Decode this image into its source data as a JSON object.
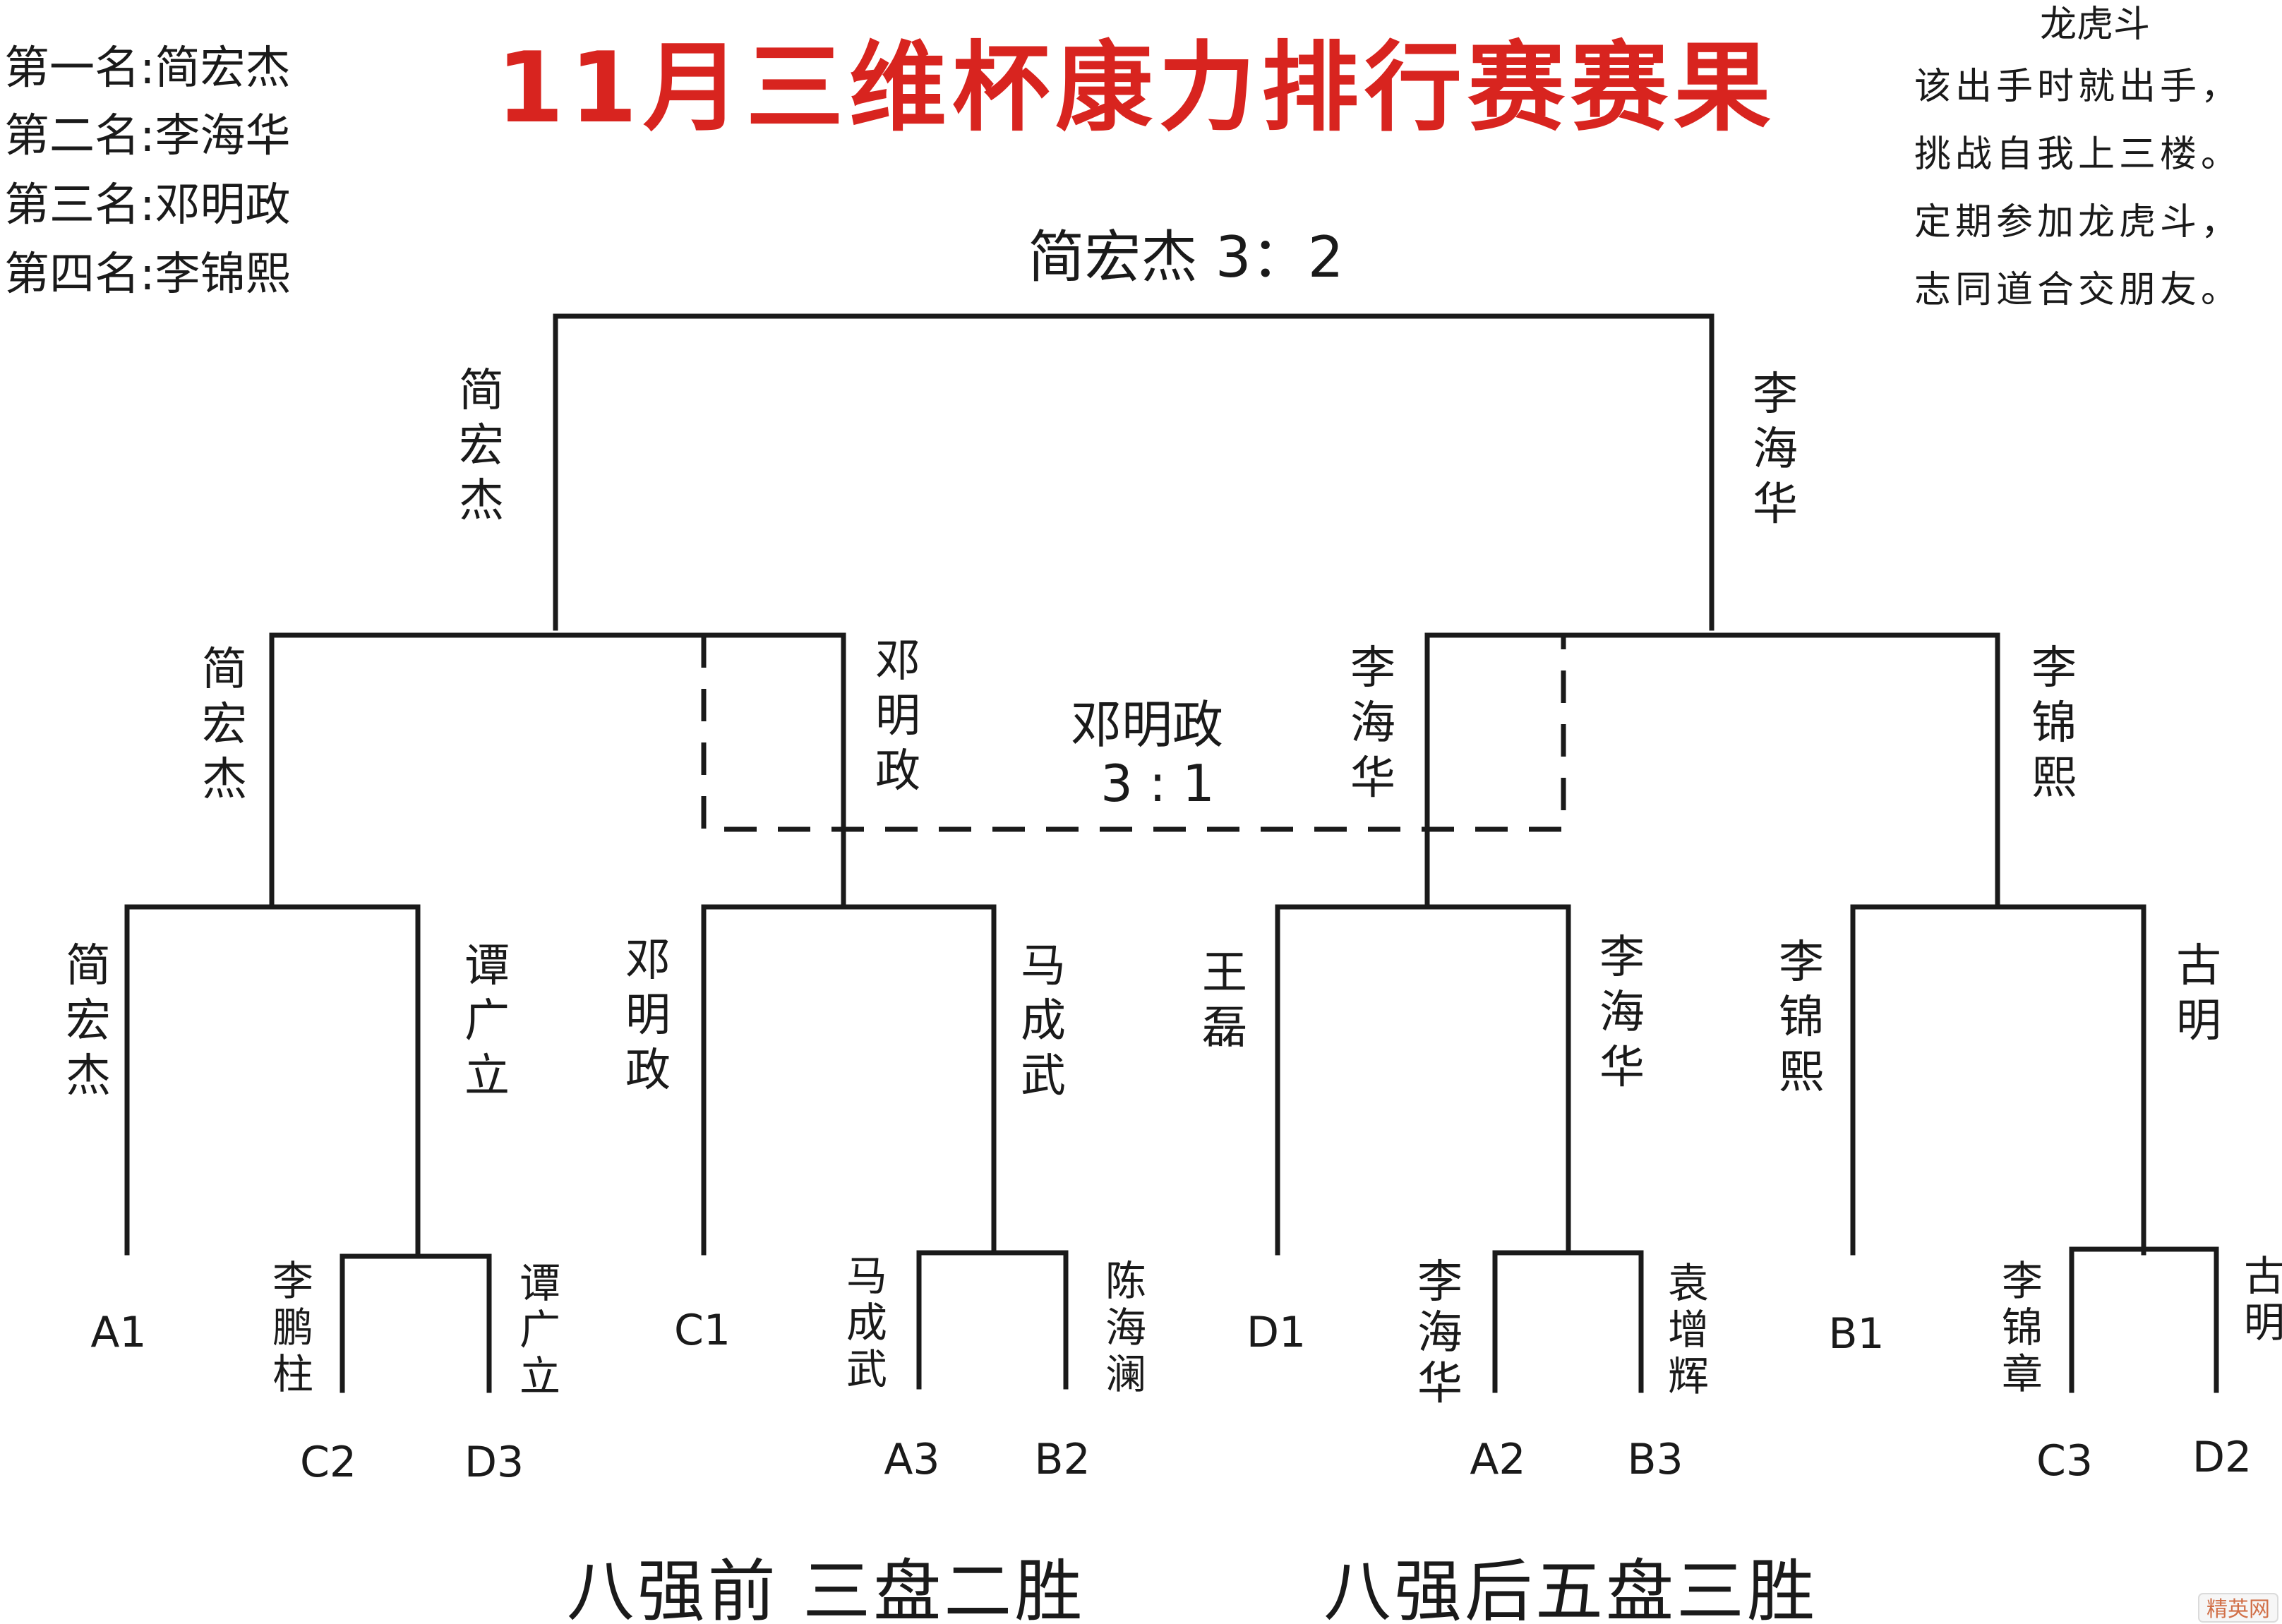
{
  "title": "11月三维杯康力排行赛赛果",
  "rankings": [
    "第一名:简宏杰",
    "第二名:李海华",
    "第三名:邓明政",
    "第四名:李锦熙"
  ],
  "poem": {
    "heading": "龙虎斗",
    "lines": [
      "该出手时就出手，",
      "挑战自我上三楼。",
      "定期参加龙虎斗，",
      "志同道合交朋友。"
    ]
  },
  "final": {
    "label": "简宏杰 3：2",
    "left": "简宏杰",
    "right": "李海华"
  },
  "third_place": {
    "winner": "邓明政",
    "score": "3 : 1"
  },
  "semifinals": {
    "top_left": "简宏杰",
    "mid_left": "邓明政",
    "mid_right": "李海华",
    "top_right": "李锦熙"
  },
  "quarterfinals": [
    "简宏杰",
    "谭广立",
    "邓明政",
    "马成武",
    "王磊",
    "李海华",
    "李锦熙",
    "古明"
  ],
  "seeds_direct": [
    "A1",
    "C1",
    "D1",
    "B1"
  ],
  "preliminary": [
    {
      "left_player": "李鹏柱",
      "right_player": "谭广立",
      "left_seed": "C2",
      "right_seed": "D3"
    },
    {
      "left_player": "马成武",
      "right_player": "陈海澜",
      "left_seed": "A3",
      "right_seed": "B2"
    },
    {
      "left_player": "李海华",
      "right_player": "袁增辉",
      "left_seed": "A2",
      "right_seed": "B3"
    },
    {
      "left_player": "李锦章",
      "right_player": "古明",
      "left_seed": "C3",
      "right_seed": "D2"
    }
  ],
  "footer": {
    "left": "八强前 三盘二胜",
    "right": "八强后五盘三胜"
  },
  "watermark": "精英网"
}
